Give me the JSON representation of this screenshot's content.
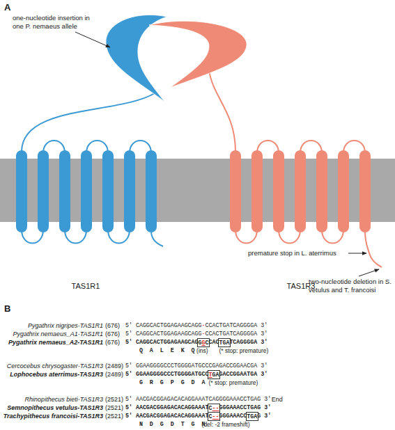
{
  "diagram": {
    "nodes": [
      {
        "text": [
          "TAS1R1"
        ]
      },
      {
        "text": [
          "TAS1R3"
        ]
      },
      {
        "text": [
          "G",
          "G",
          "C"
        ]
      },
      {
        "text": [
          "TGA"
        ]
      },
      {
        "text": [
          "T",
          "GA"
        ]
      },
      {
        "text": [
          "C",
          "--"
        ]
      },
      {
        "text": [
          "C",
          "--"
        ]
      },
      {
        "text": [
          "TGA"
        ]
      }
    ],
    "labels": [
      "A",
      "one-nucleotide insertion in one P. nemaeus allele",
      "premature stop in L. aterrimus",
      "two-nucleotide deletion in S. vetulus and T. francoisi",
      "B",
      "Pygathrix nigripes-TAS1R1",
      "(676)",
      "5' CAGGCACTGGAGAAGCAGG",
      "-",
      "CCACTGATCAGGGGA 3'",
      "Pygathrix nemaeus_A1-TAS1R1",
      "(676)",
      "5' CAGGCACTGGAGAAGCAGG",
      "-",
      "CCACTGATCAGGGGA 3'",
      "Pygathrix nemaeus_A2-TAS1R1",
      "(676)",
      "5' CAGGCACTGGAGAAGCAG",
      "CAC",
      "TCAGGGGA 3'",
      "Q A L E K Q",
      "(ins)",
      "(* stop: premature)",
      "Cercocebus chrysogaster-TAS1R3",
      "(2489)",
      "5' GGAAGGGGCCCTGGGGATGCCCGAGACCGGAACGA 3'",
      "Lophocebus aterrimus-TAS1R3",
      "(2489)",
      "5' GGAAGGGGCCCTGGGGATGCC",
      "GACCGGAATGA 3'",
      "G R G P G D A",
      "(* stop: premature)",
      "Rhinopithecus bieti-TAS1R3",
      "(2521)",
      "5' AACGACGGAGACACAGGAAATCAGGGGAAACCTGAG 3'",
      "End",
      "Semnopithecus vetulus-TAS1R3",
      "(2521)",
      "5' AACGACGGAGACACAGGAAAT",
      "GGGAAACCTGAG 3'",
      "Trachypithecus francoisi-TAS1R3",
      "(2521)",
      "5' AACGACGGAGACACAGGAAAT",
      "GGGAAACC",
      "G 3'",
      "N D G D T G N",
      "(del: -2 frameshift)"
    ]
  }
}
